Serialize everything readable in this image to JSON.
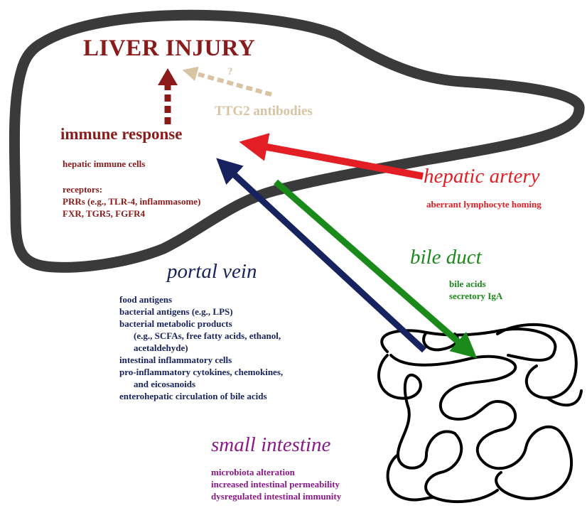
{
  "title": "LIVER INJURY",
  "immune_response": {
    "heading": "immune response",
    "cells": "hepatic immune cells",
    "receptors_label": "receptors:",
    "receptor_lines": [
      "PRRs (e.g., TLR-4, inflammasome)",
      "FXR, TGR5, FGFR4"
    ]
  },
  "ttg2": {
    "label": "TTG2 antibodies",
    "question": "?"
  },
  "hepatic_artery": {
    "heading": "hepatic artery",
    "items": [
      "aberrant lymphocyte homing"
    ]
  },
  "bile_duct": {
    "heading": "bile duct",
    "items": [
      "bile acids",
      "secretory IgA"
    ]
  },
  "portal_vein": {
    "heading": "portal vein",
    "items": [
      "food antigens",
      "bacterial antigens (e.g., LPS)",
      "bacterial metabolic products",
      "(e.g., SCFAs, free fatty acids, ethanol,",
      "acetaldehyde)",
      "intestinal inflammatory cells",
      "pro-inflammatory cytokines, chemokines,",
      "and eicosanoids",
      "enterohepatic circulation of bile acids"
    ]
  },
  "small_intestine": {
    "heading": "small intestine",
    "items": [
      "microbiota alteration",
      "increased intestinal permeability",
      "dysregulated intestinal immunity"
    ]
  },
  "colors": {
    "liver_outline": "#3a3a3a",
    "dark_red": "#8b1a1a",
    "tan": "#d8c3a3",
    "red": "#e31e24",
    "navy": "#17235e",
    "green": "#1a8a1a",
    "purple": "#8a1a8a"
  }
}
